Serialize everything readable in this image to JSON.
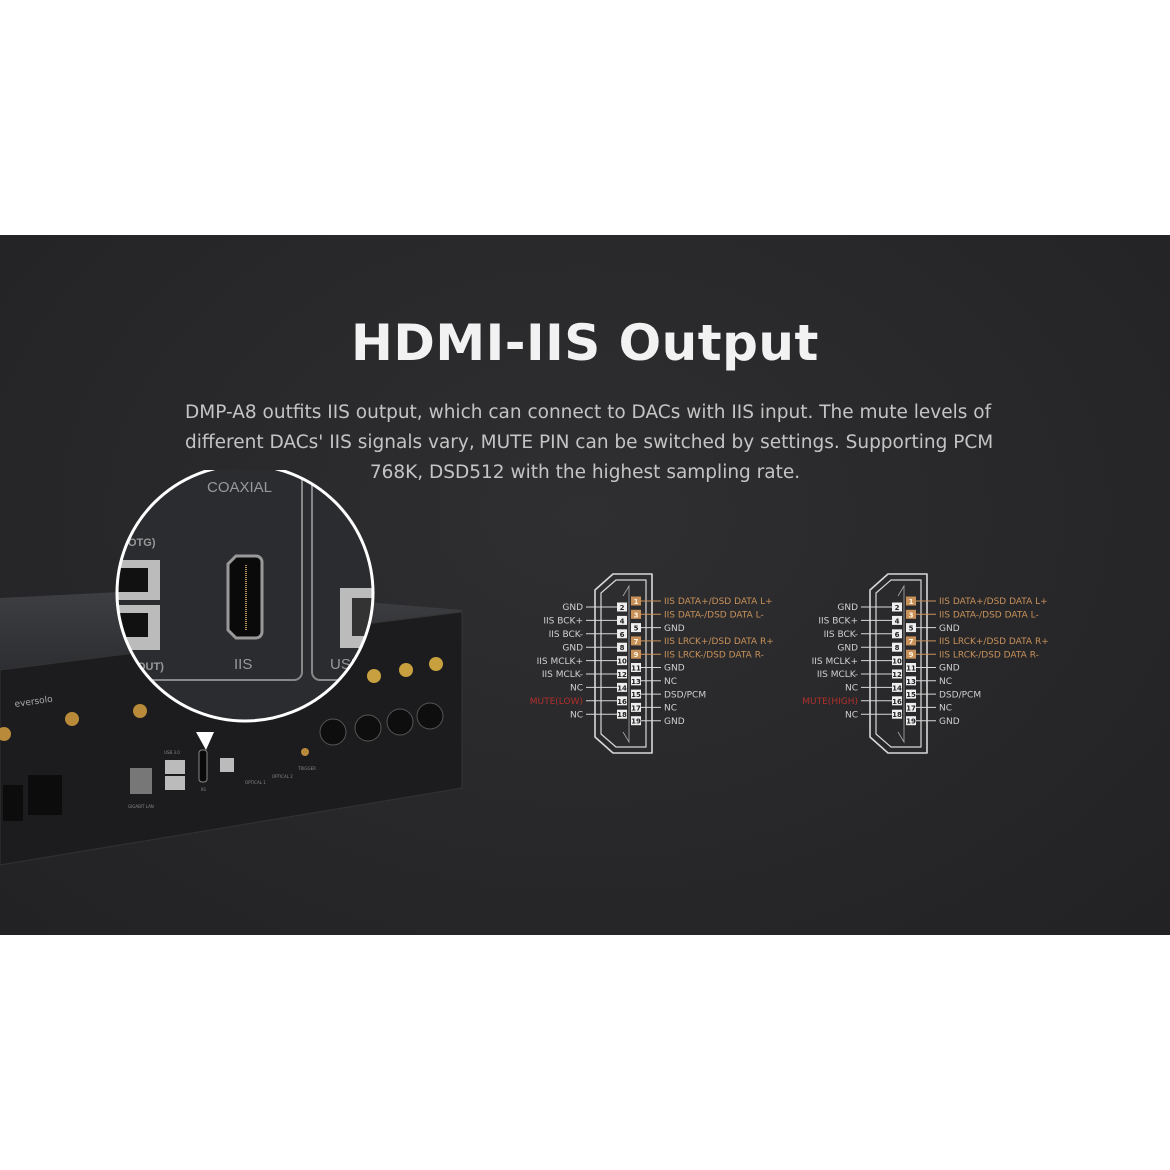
{
  "heading": "HDMI-IIS Output",
  "description": [
    "DMP-A8 outfits IIS output, which can connect to DACs with IIS input. The mute levels of",
    "different DACs' IIS signals vary, MUTE PIN can be switched by settings. Supporting PCM",
    "768K, DSD512 with the highest sampling rate."
  ],
  "device": {
    "brand": "eversolo",
    "magnifier_labels": {
      "coaxial": "COAXIAL",
      "otg": "OTG)",
      "out": "D OUT)",
      "iis": "IIS",
      "usb": "USB"
    },
    "port_labels": [
      "GIGABIT LAN",
      "USB 3.0",
      "IIS",
      "OPTICAL 1",
      "OPTICAL 2",
      "TRIGGER"
    ]
  },
  "colors": {
    "accent_pin": "#c8915a",
    "mute": "#b0302c",
    "line": "#d8d8d8"
  },
  "diagrams": [
    {
      "mute_label": "MUTE(LOW)",
      "even_pins": [
        {
          "pin": "2",
          "label": "GND"
        },
        {
          "pin": "4",
          "label": "IIS BCK+"
        },
        {
          "pin": "6",
          "label": "IIS BCK-"
        },
        {
          "pin": "8",
          "label": "GND"
        },
        {
          "pin": "10",
          "label": "IIS MCLK+"
        },
        {
          "pin": "12",
          "label": "IIS MCLK-"
        },
        {
          "pin": "14",
          "label": "NC"
        },
        {
          "pin": "16",
          "label": "MUTE(LOW)",
          "mute": true
        },
        {
          "pin": "18",
          "label": "NC"
        }
      ],
      "odd_pins": [
        {
          "pin": "1",
          "label": "IIS DATA+/DSD DATA L+",
          "accent": true
        },
        {
          "pin": "3",
          "label": "IIS DATA-/DSD DATA L-",
          "accent": true
        },
        {
          "pin": "5",
          "label": "GND"
        },
        {
          "pin": "7",
          "label": "IIS LRCK+/DSD DATA R+",
          "accent": true
        },
        {
          "pin": "9",
          "label": "IIS LRCK-/DSD DATA R-",
          "accent": true
        },
        {
          "pin": "11",
          "label": "GND"
        },
        {
          "pin": "13",
          "label": "NC"
        },
        {
          "pin": "15",
          "label": "DSD/PCM"
        },
        {
          "pin": "17",
          "label": "NC"
        },
        {
          "pin": "19",
          "label": "GND"
        }
      ]
    },
    {
      "mute_label": "MUTE(HIGH)",
      "even_pins": [
        {
          "pin": "2",
          "label": "GND"
        },
        {
          "pin": "4",
          "label": "IIS BCK+"
        },
        {
          "pin": "6",
          "label": "IIS BCK-"
        },
        {
          "pin": "8",
          "label": "GND"
        },
        {
          "pin": "10",
          "label": "IIS MCLK+"
        },
        {
          "pin": "12",
          "label": "IIS MCLK-"
        },
        {
          "pin": "14",
          "label": "NC"
        },
        {
          "pin": "16",
          "label": "MUTE(HIGH)",
          "mute": true
        },
        {
          "pin": "18",
          "label": "NC"
        }
      ],
      "odd_pins": [
        {
          "pin": "1",
          "label": "IIS DATA+/DSD DATA L+",
          "accent": true
        },
        {
          "pin": "3",
          "label": "IIS DATA-/DSD DATA L-",
          "accent": true
        },
        {
          "pin": "5",
          "label": "GND"
        },
        {
          "pin": "7",
          "label": "IIS LRCK+/DSD DATA R+",
          "accent": true
        },
        {
          "pin": "9",
          "label": "IIS LRCK-/DSD DATA R-",
          "accent": true
        },
        {
          "pin": "11",
          "label": "GND"
        },
        {
          "pin": "13",
          "label": "NC"
        },
        {
          "pin": "15",
          "label": "DSD/PCM"
        },
        {
          "pin": "17",
          "label": "NC"
        },
        {
          "pin": "19",
          "label": "GND"
        }
      ]
    }
  ]
}
